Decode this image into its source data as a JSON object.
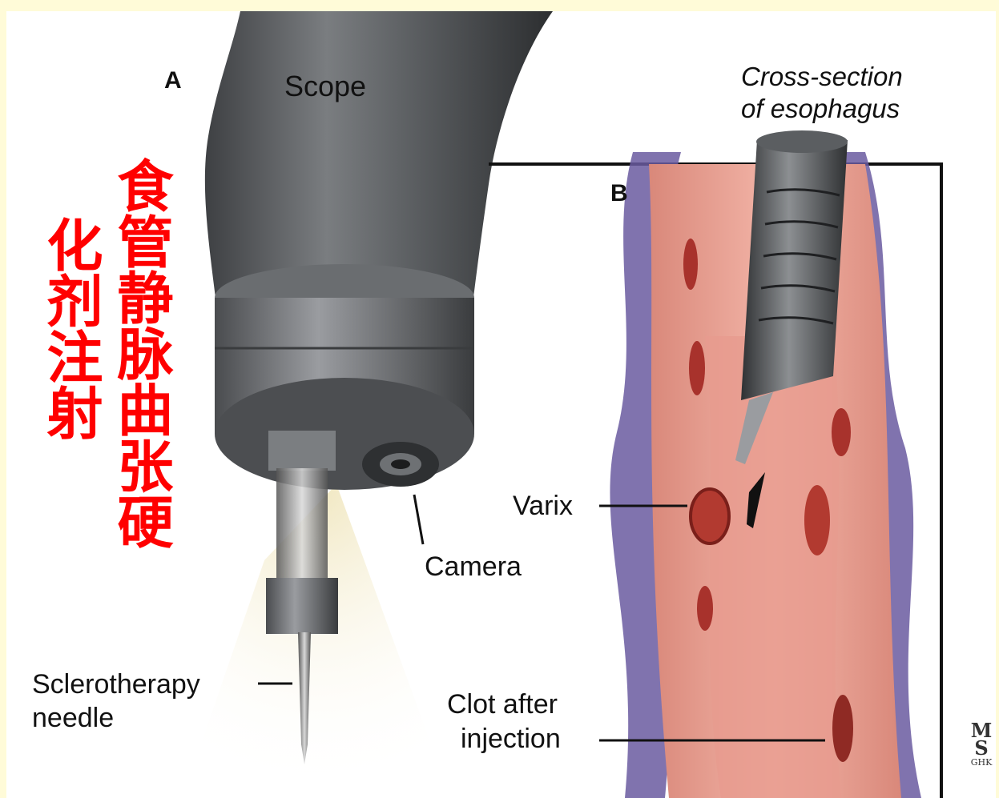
{
  "panel_a": {
    "letter": "A",
    "scope_label": "Scope",
    "camera_label": "Camera",
    "needle_label_line1": "Sclerotherapy",
    "needle_label_line2": "needle"
  },
  "panel_b": {
    "letter": "B",
    "cross_section_line1": "Cross-section",
    "cross_section_line2": "of esophagus",
    "varix_label": "Varix",
    "clot_line1": "Clot after",
    "clot_line2": "injection"
  },
  "chinese_title": {
    "column_right": "食管静脉曲张硬",
    "column_left": "化剂注射"
  },
  "logo": {
    "mark": "M",
    "mark2": "S",
    "small": "GHK"
  },
  "colors": {
    "background": "#fffbd8",
    "chinese_text": "#ff0000",
    "scope_gray": "#5a5d60",
    "tissue_pink": "#e89a8c",
    "vein_purple": "#6a5aa0"
  }
}
